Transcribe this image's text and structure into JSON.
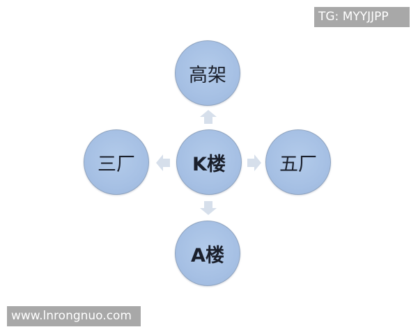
{
  "diagram": {
    "center": {
      "label": "K楼"
    },
    "nodes": [
      {
        "id": "top",
        "label": "高架",
        "direction": "up"
      },
      {
        "id": "left",
        "label": "三厂",
        "direction": "left"
      },
      {
        "id": "right",
        "label": "五厂",
        "direction": "right"
      },
      {
        "id": "bottom",
        "label": "A楼",
        "direction": "down"
      }
    ],
    "colors": {
      "node_fill": "#a6c0e4",
      "node_border": "#8ea3bf",
      "arrow": "#d3dce8",
      "text": "#1a1f2b"
    }
  },
  "watermarks": {
    "top_right": "TG: MYYJJPP",
    "bottom_left": "www.lnrongnuo.com"
  }
}
